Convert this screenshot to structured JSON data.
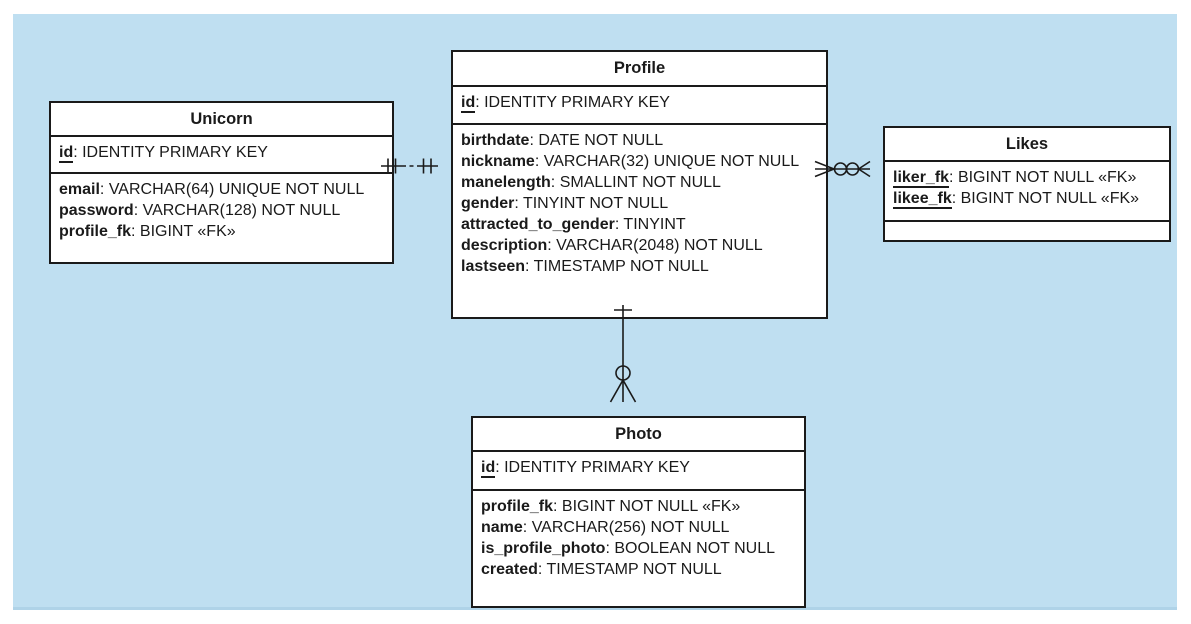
{
  "diagram_type": "entity-relationship-diagram",
  "colors": {
    "background": "#bfdff1",
    "entity_fill": "#ffffff",
    "line": "#1a1a1a"
  },
  "entities": {
    "unicorn": {
      "title": "Unicorn",
      "pk": [
        {
          "name": "id",
          "rest": ": IDENTITY PRIMARY KEY"
        }
      ],
      "attributes": [
        {
          "name": "email",
          "rest": ": VARCHAR(64) UNIQUE NOT NULL"
        },
        {
          "name": "password",
          "rest": ": VARCHAR(128) NOT NULL"
        },
        {
          "name": "profile_fk",
          "rest": ": BIGINT «FK»"
        }
      ]
    },
    "profile": {
      "title": "Profile",
      "pk": [
        {
          "name": "id",
          "rest": ": IDENTITY PRIMARY KEY"
        }
      ],
      "attributes": [
        {
          "name": "birthdate",
          "rest": ": DATE NOT NULL"
        },
        {
          "name": "nickname",
          "rest": ": VARCHAR(32) UNIQUE NOT NULL"
        },
        {
          "name": "manelength",
          "rest": ": SMALLINT NOT NULL"
        },
        {
          "name": "gender",
          "rest": ": TINYINT NOT NULL"
        },
        {
          "name": "attracted_to_gender",
          "rest": ": TINYINT"
        },
        {
          "name": "description",
          "rest": ": VARCHAR(2048) NOT NULL"
        },
        {
          "name": "lastseen",
          "rest": ": TIMESTAMP NOT NULL"
        }
      ]
    },
    "likes": {
      "title": "Likes",
      "pk": [
        {
          "name": "liker_fk",
          "rest": ": BIGINT NOT NULL «FK»"
        },
        {
          "name": "likee_fk",
          "rest": ": BIGINT NOT NULL «FK»"
        }
      ],
      "attributes": []
    },
    "photo": {
      "title": "Photo",
      "pk": [
        {
          "name": "id",
          "rest": ": IDENTITY PRIMARY KEY"
        }
      ],
      "attributes": [
        {
          "name": "profile_fk",
          "rest": ": BIGINT NOT NULL «FK»"
        },
        {
          "name": "name",
          "rest": ": VARCHAR(256) NOT NULL"
        },
        {
          "name": "is_profile_photo",
          "rest": ": BOOLEAN NOT NULL"
        },
        {
          "name": "created",
          "rest": ": TIMESTAMP NOT NULL"
        }
      ]
    }
  },
  "relationships": [
    {
      "from": "Unicorn",
      "to": "Profile",
      "from_cardinality": "one and only one",
      "to_cardinality": "one and only one",
      "line_style": "dashed"
    },
    {
      "from": "Profile",
      "to": "Likes",
      "from_cardinality": "zero or many",
      "to_cardinality": "zero or many",
      "line_style": "solid"
    },
    {
      "from": "Profile",
      "to": "Photo",
      "from_cardinality": "one and only one",
      "to_cardinality": "zero or many",
      "line_style": "solid"
    }
  ]
}
